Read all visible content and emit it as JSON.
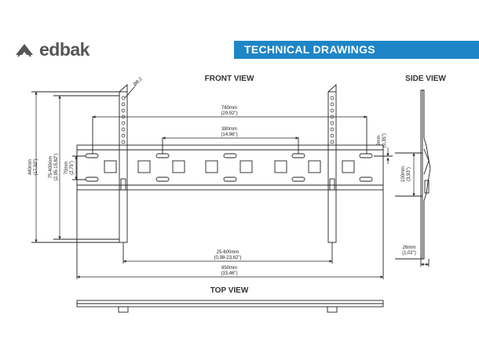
{
  "brand": {
    "name": "edbak"
  },
  "header": {
    "title": "TECHNICAL DRAWINGS"
  },
  "views": {
    "front": "FRONT VIEW",
    "side": "SIDE VIEW",
    "top": "TOP VIEW"
  },
  "dimensions": {
    "hole_dia": "Ø8,2",
    "w760_mm": "760mm",
    "w760_in": "(29,92\")",
    "w380_mm": "380mm",
    "w380_in": "(14,96\")",
    "w25_600_mm": "25-600mm",
    "w25_600_in": "(0,98-23,62\")",
    "w850_mm": "850mm",
    "w850_in": "(33,46\")",
    "h440_mm": "440mm",
    "h440_in": "(17,32\")",
    "h75_400_mm": "75-400mm",
    "h75_400_in": "(2,95-15,82\")",
    "h70_mm": "70mm",
    "h70_in": "(2,75\")",
    "h9_mm": "9mm",
    "h9_in": "(0,35\")",
    "h100_mm": "100mm",
    "h100_in": "(3,93\")",
    "d26_mm": "26mm",
    "d26_in": "(1,02\")"
  }
}
